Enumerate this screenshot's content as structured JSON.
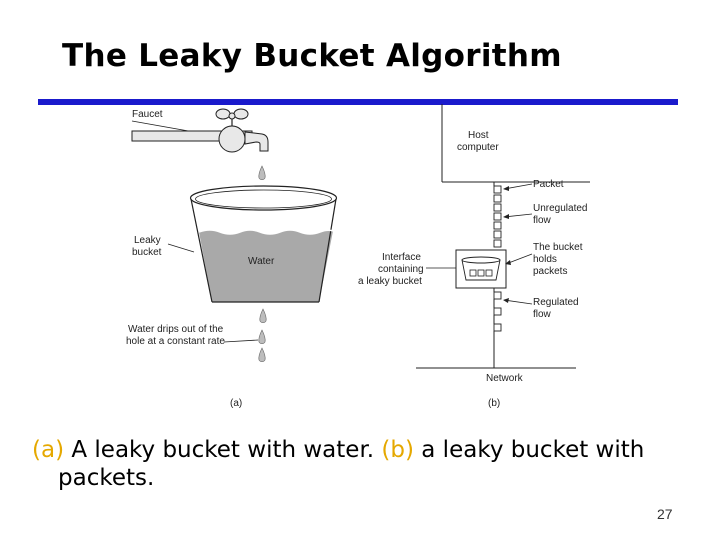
{
  "slide": {
    "title": "The Leaky Bucket Algorithm",
    "page_number": "27",
    "accent_color": "#1a1acc",
    "caption_tag_color": "#e5a800"
  },
  "figure": {
    "panel_a": {
      "faucet": "Faucet",
      "leaky_bucket": [
        "Leaky",
        "bucket"
      ],
      "water": "Water",
      "drips": [
        "Water drips out of the",
        "hole at a constant rate"
      ],
      "label": "(a)"
    },
    "panel_b": {
      "host": [
        "Host",
        "computer"
      ],
      "packet": "Packet",
      "unregulated": [
        "Unregulated",
        "flow"
      ],
      "interface": [
        "Interface",
        "containing",
        "a leaky bucket"
      ],
      "holds": [
        "The bucket",
        "holds",
        "packets"
      ],
      "regulated": [
        "Regulated",
        "flow"
      ],
      "network": "Network",
      "label": "(b)"
    }
  },
  "caption": {
    "tag_a": "(a)",
    "text_a": " A leaky bucket with water.  ",
    "tag_b": "(b)",
    "text_b": " a leaky bucket with",
    "line2": "packets."
  }
}
